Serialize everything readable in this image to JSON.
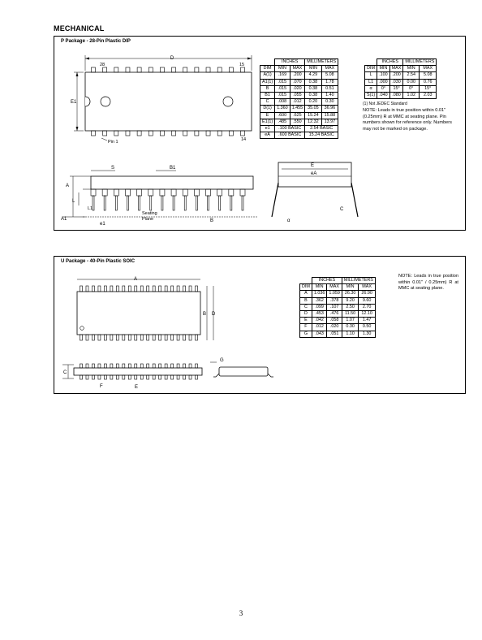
{
  "heading": "MECHANICAL",
  "page_number": "3",
  "p_package": {
    "title": "P Package - 28-Pin Plastic DIP",
    "labels": {
      "D": "D",
      "pin28": "28",
      "pin15": "15",
      "pin14": "14",
      "E1": "E1",
      "pin1": "Pin 1",
      "S": "S",
      "B1": "B1",
      "A": "A",
      "L": "L",
      "L1": "L1",
      "A1": "A1",
      "e1": "e1",
      "B": "B",
      "seating": "Seating",
      "plane": "Plane",
      "E": "E",
      "eA": "eA",
      "C": "C",
      "alpha": "α"
    },
    "table1": {
      "group_inches": "INCHES",
      "group_mm": "MILLIMETERS",
      "columns": [
        "DIM",
        "MIN",
        "MAX",
        "MIN",
        "MAX"
      ],
      "rows": [
        [
          "A(1)",
          ".169",
          ".200",
          "4.29",
          "5.08"
        ],
        [
          "A1(1)",
          ".015",
          ".070",
          "0.38",
          "1.78"
        ],
        [
          "B",
          ".015",
          ".020",
          "0.38",
          "0.51"
        ],
        [
          "B1",
          ".015",
          ".055",
          "0.38",
          "1.40"
        ],
        [
          "C",
          ".008",
          ".012",
          "0.20",
          "0.30"
        ],
        [
          "D(1)",
          "1.360",
          "1.455",
          "35.05",
          "36.96"
        ],
        [
          "E",
          ".600",
          ".625",
          "15.24",
          "15.88"
        ],
        [
          "E1(1)",
          ".485",
          ".550",
          "12.32",
          "13.97"
        ],
        [
          "e1",
          ".100 BASIC",
          "2.54 BASIC"
        ],
        [
          "eA",
          ".600 BASIC",
          "15.24 BASIC"
        ]
      ]
    },
    "table2": {
      "group_inches": "INCHES",
      "group_mm": "MILLIMETERS",
      "columns": [
        "DIM",
        "MIN",
        "MAX",
        "MIN",
        "MAX"
      ],
      "rows": [
        [
          "L",
          ".100",
          ".200",
          "2.54",
          "5.08"
        ],
        [
          "L1",
          ".000",
          ".030",
          "0.00",
          "0.76"
        ],
        [
          "α",
          "0°",
          "15°",
          "0°",
          "15°"
        ],
        [
          "S(1)",
          ".040",
          ".080",
          "1.02",
          "2.03"
        ]
      ]
    },
    "standard_note": "(1) Not JEDEC Standard",
    "note": "NOTE: Leads in true position within 0.01\" (0.25mm) R at MMC at seating plane. Pin numbers shown for reference only. Numbers may not be marked on package."
  },
  "u_package": {
    "title": "U Package - 40-Pin Plastic SOIC",
    "labels": {
      "A": "A",
      "B": "B",
      "D": "D",
      "C": "C",
      "F": "F",
      "E": "E",
      "G": "G"
    },
    "table": {
      "group_inches": "INCHES",
      "group_mm": "MILLIMETERS",
      "columns": [
        "DIM",
        "MIN",
        "MAX",
        "MIN",
        "MAX"
      ],
      "rows": [
        [
          "A",
          "1.036",
          "1.059",
          "26.30",
          "26.90"
        ],
        [
          "B",
          ".362",
          ".378",
          "9.20",
          "9.60"
        ],
        [
          "C",
          ".099",
          ".107",
          "2.50",
          "2.70"
        ],
        [
          "D",
          ".453",
          ".476",
          "11.50",
          "12.10"
        ],
        [
          "E",
          ".042",
          ".058",
          "1.07",
          "1.47"
        ],
        [
          "F",
          ".012",
          ".020",
          "0.30",
          "0.50"
        ],
        [
          "G",
          ".043",
          ".051",
          "1.10",
          "1.30"
        ]
      ]
    },
    "note": "NOTE: Leads in true position within 0.01\" / 0.25mm) R at MMC at seating plane."
  }
}
